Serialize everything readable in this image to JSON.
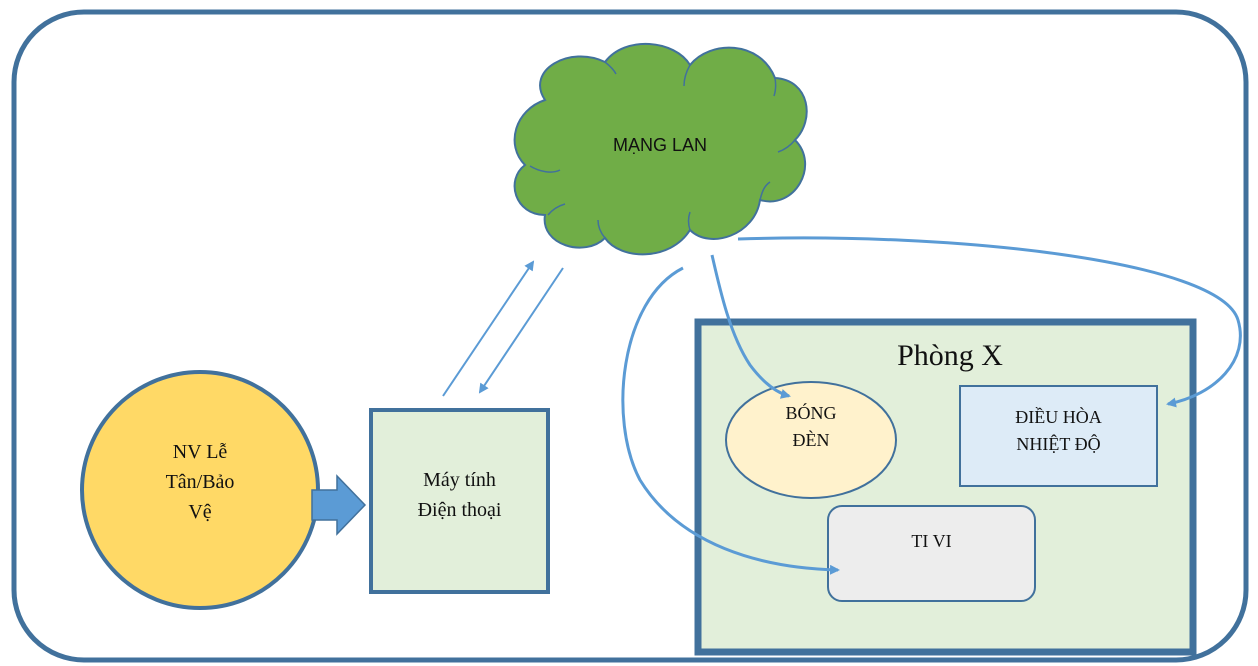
{
  "network": {
    "label": "MẠNG LAN",
    "color": "#70AD47",
    "stroke": "#41719C"
  },
  "person": {
    "label": "NV Lễ\nTân/Bảo\nVệ",
    "color": "#FFD966",
    "stroke": "#41719C"
  },
  "device": {
    "label": "Máy tính\nĐiện thoại",
    "color": "#E2EFDA",
    "stroke": "#41719C"
  },
  "room": {
    "title": "Phòng X",
    "color": "#E2EFDA",
    "stroke": "#41719C",
    "light": {
      "label": "BÓNG\nĐÈN",
      "color": "#FFF2CC"
    },
    "aircon": {
      "label": "ĐIỀU HÒA\nNHIỆT ĐỘ",
      "color": "#DDEBF7"
    },
    "tv": {
      "label": "TI VI",
      "color": "#EDEDED"
    }
  },
  "colors": {
    "frame": "#41719C",
    "arrow": "#5B9BD5"
  }
}
